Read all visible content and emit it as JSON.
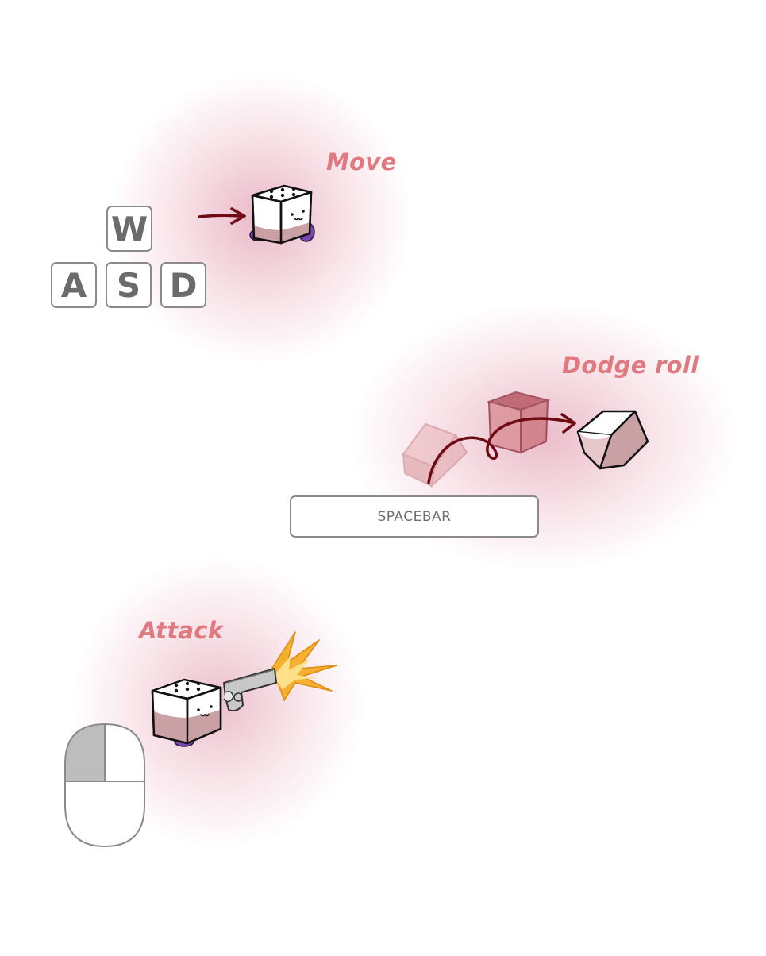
{
  "controls": {
    "move": {
      "label": "Move",
      "keys": [
        "W",
        "A",
        "S",
        "D"
      ]
    },
    "dodge": {
      "label": "Dodge roll",
      "key": "SPACEBAR"
    },
    "attack": {
      "label": "Attack",
      "input": "left-mouse-button"
    }
  },
  "colors": {
    "label": "#e07a80",
    "glow": "#c8466e",
    "arrow": "#6e0a14",
    "key_border": "#8a8a8a",
    "key_text": "#6b6b6b",
    "dice_body": "#ffffff",
    "dice_bottom": "#c9a0a4",
    "feet": "#7a44b0",
    "mouse_button_active": "#bdbdbd",
    "muzzle_flash": "#f5b030"
  }
}
